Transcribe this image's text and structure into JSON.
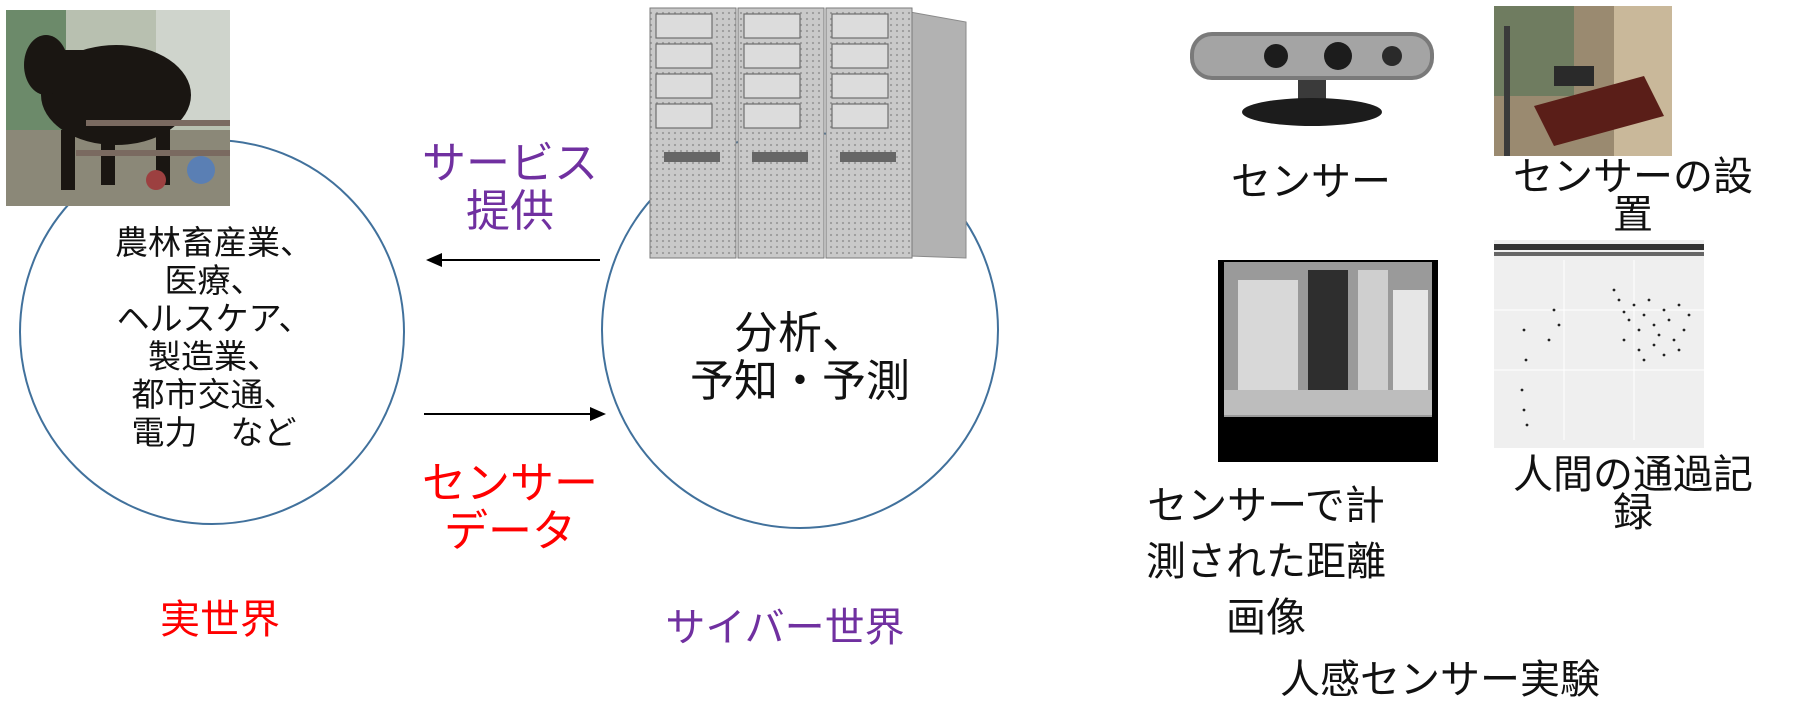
{
  "left_circle": {
    "text": "農林畜産業、\n医療、\nヘルスケア、\n製造業、\n都市交通、\n電力　など"
  },
  "right_circle": {
    "text": "分析、\n予知・予測"
  },
  "arrows": {
    "top_label": "サービス\n提供",
    "bottom_label": "センサー\nデータ"
  },
  "world_labels": {
    "real": "実世界",
    "cyber": "サイバー世界"
  },
  "experiment": {
    "sensor": "センサー",
    "sensor_install": "センサーの設\n置",
    "depth_image": "センサーで計\n測された距離\n画像",
    "passage_record": "人間の通過記\n録",
    "title": "人感センサー実験"
  },
  "colors": {
    "purple": "#7030a0",
    "red": "#ff0000",
    "circle": "#41719c"
  }
}
